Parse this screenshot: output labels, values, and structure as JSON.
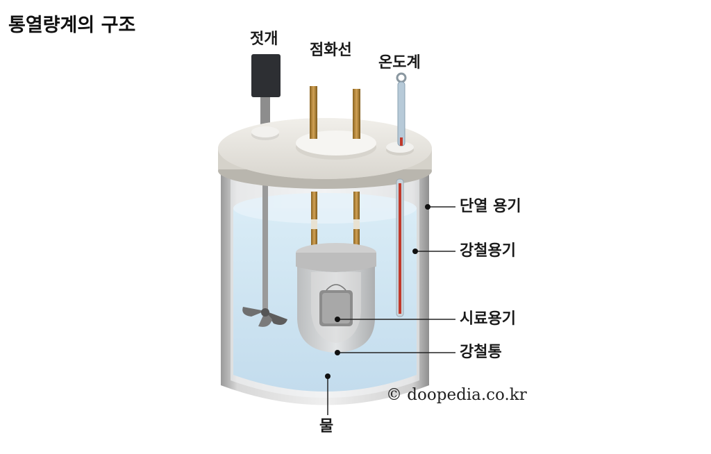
{
  "title": "통열량계의 구조",
  "labels": {
    "stirrer": "젓개",
    "ignition_wire": "점화선",
    "thermometer": "온도계",
    "insulated_container": "단열 용기",
    "steel_container": "강철용기",
    "sample_container": "시료용기",
    "steel_bomb": "강철통",
    "water": "물"
  },
  "credit": "© doopedia.co.kr",
  "colors": {
    "water": "#cfe5f1",
    "lid": "#e9e7e2",
    "outer_wall": "#c7c7c7",
    "electrode": "#b88a3a",
    "thermometer_liquid": "#c0392b"
  }
}
